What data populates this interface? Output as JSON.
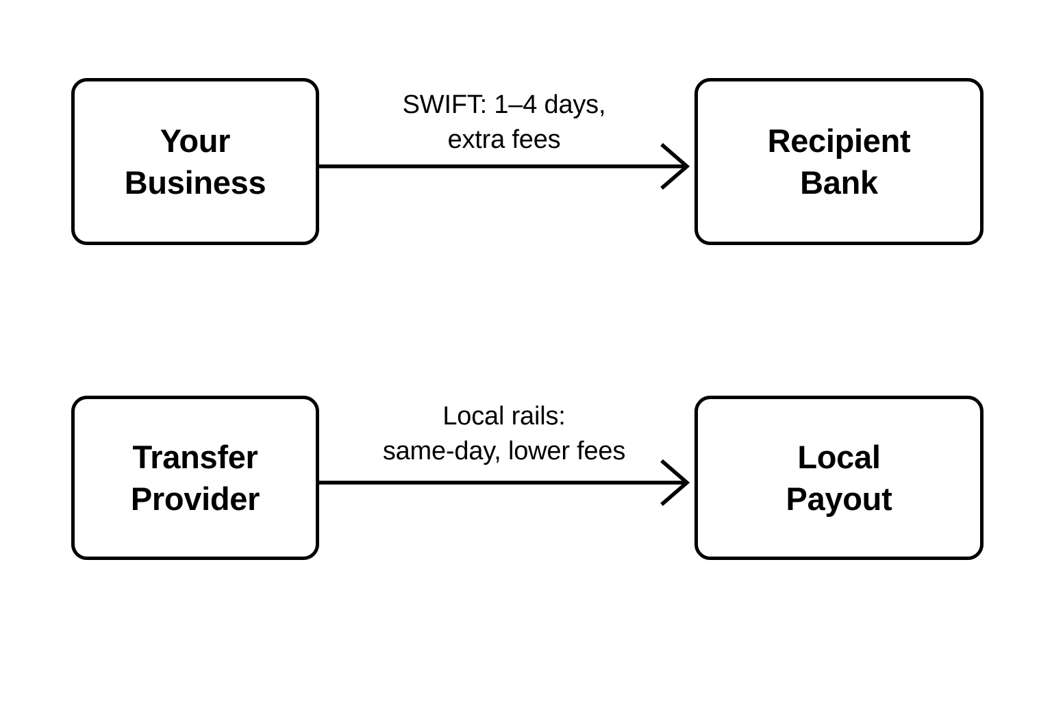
{
  "diagram": {
    "type": "flow-comparison",
    "background_color": "#ffffff",
    "stroke_color": "#000000",
    "nodes": [
      {
        "id": "your-business",
        "label": "Your\nBusiness",
        "row": "top",
        "side": "source"
      },
      {
        "id": "recipient-bank",
        "label": "Recipient\nBank",
        "row": "top",
        "side": "target"
      },
      {
        "id": "transfer-provider",
        "label": "Transfer\nProvider",
        "row": "bottom",
        "side": "source"
      },
      {
        "id": "local-payout",
        "label": "Local\nPayout",
        "row": "bottom",
        "side": "target"
      }
    ],
    "edges": [
      {
        "id": "swift-edge",
        "from": "your-business",
        "to": "recipient-bank",
        "label": "SWIFT: 1–4 days,\nextra fees",
        "arrowhead": "open-chevron"
      },
      {
        "id": "local-rails-edge",
        "from": "transfer-provider",
        "to": "local-payout",
        "label": "Local rails:\nsame-day, lower fees",
        "arrowhead": "open-chevron"
      }
    ]
  }
}
